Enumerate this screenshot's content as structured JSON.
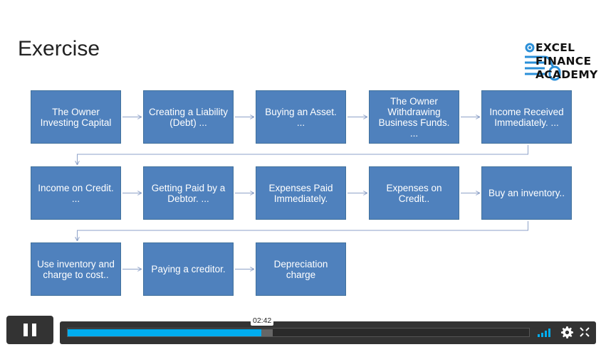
{
  "slide": {
    "title": "Exercise",
    "logo": {
      "lines": [
        "EXCEL",
        "FINANCE",
        "ACADEMY"
      ],
      "color": "#2a8fd8"
    },
    "box_color": "#4f81bd",
    "steps": [
      "The Owner Investing Capital",
      "Creating a Liability (Debt) ...",
      "Buying an Asset. ...",
      "The Owner Withdrawing Business Funds. ...",
      "Income Received Immediately. ...",
      "Income on Credit. ...",
      "Getting Paid by a Debtor. ...",
      "Expenses Paid Immediately.",
      "Expenses on Credit..",
      "Buy an inventory..",
      "Use inventory and charge to cost..",
      "Paying a creditor.",
      "Depreciation charge"
    ]
  },
  "player": {
    "time_tooltip": "02:42",
    "progress_percent": 42,
    "buffered_percent": 44.5,
    "accent": "#00adef"
  }
}
